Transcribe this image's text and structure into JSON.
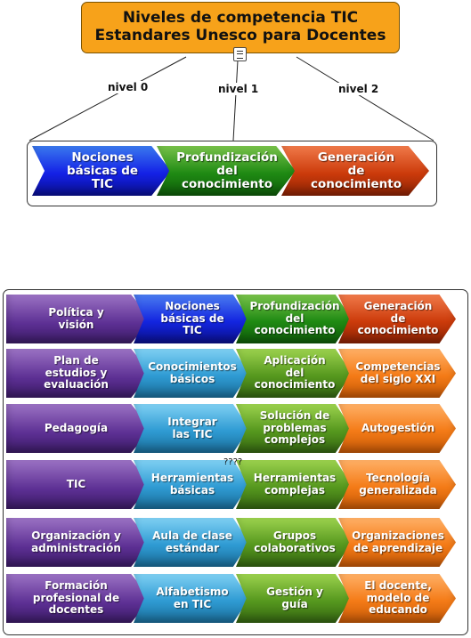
{
  "root": {
    "line1": "Niveles de competencia TIC",
    "line2": "Estandares Unesco para Docentes"
  },
  "levels": [
    "nivel 0",
    "nivel 1",
    "nivel 2"
  ],
  "top_chevrons": [
    {
      "text": "Nociones\nbásicas de\nTIC",
      "color": "#1421e6"
    },
    {
      "text": "Profundización\ndel\nconocimiento",
      "color": "#1f8a13"
    },
    {
      "text": "Generación\nde\nconocimiento",
      "color": "#cc3b0b"
    }
  ],
  "grid": {
    "headers": [
      "Política y\nvisión",
      "Nociones\nbásicas de\nTIC",
      "Profundización\ndel\nconocimiento",
      "Generación\nde\nconocimiento"
    ],
    "rows": [
      [
        "Plan de\nestudios y\nevaluación",
        "Conocimientos\nbásicos",
        "Aplicación\ndel\nconocimiento",
        "Competencias\ndel siglo XXI"
      ],
      [
        "Pedagogía",
        "Integrar\nlas TIC",
        "Solución de\nproblemas\ncomplejos",
        "Autogestión"
      ],
      [
        "TIC",
        "Herramientas\nbásicas",
        "Herramientas\ncomplejas",
        "Tecnología\ngeneralizada"
      ],
      [
        "Organización y\nadministración",
        "Aula de clase\nestándar",
        "Grupos\ncolaborativos",
        "Organizaciones\nde aprendizaje"
      ],
      [
        "Formación\nprofesional de\ndocentes",
        "Alfabetismo\nen TIC",
        "Gestión y\nguía",
        "El docente,\nmodelo de\neducando"
      ]
    ]
  },
  "note": "????",
  "colors": {
    "root_fill": "#f7a21a",
    "purple": "#5c2f93",
    "blue": "#1421e6",
    "green": "#1f8a13",
    "light_green": "#56981e",
    "red": "#cc3b0b",
    "orange": "#f47b17",
    "cyan": "#2f9bd3"
  }
}
